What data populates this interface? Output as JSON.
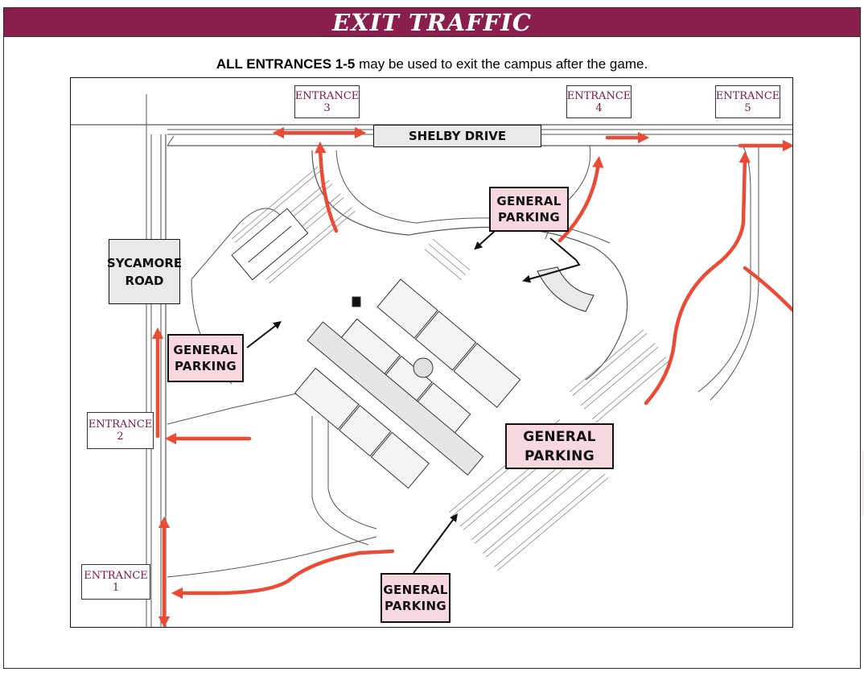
{
  "banner": {
    "title": "EXIT TRAFFIC"
  },
  "subtitle": {
    "bold": "ALL ENTRANCES 1-5",
    "rest": " may be used to exit the campus after the game."
  },
  "colors": {
    "banner": "#8a1f4e",
    "arrow": "#e94b35",
    "label_fill": "#f7d7e0",
    "entrance_text": "#7a1540"
  },
  "roads": {
    "shelby": "SHELBY DRIVE",
    "sycamore_line1": "SYCAMORE",
    "sycamore_line2": "ROAD"
  },
  "entrances": [
    {
      "label": "ENTRANCE",
      "number": "1"
    },
    {
      "label": "ENTRANCE",
      "number": "2"
    },
    {
      "label": "ENTRANCE",
      "number": "3"
    },
    {
      "label": "ENTRANCE",
      "number": "4"
    },
    {
      "label": "ENTRANCE",
      "number": "5"
    }
  ],
  "parking_labels": [
    {
      "line1": "GENERAL",
      "line2": "PARKING"
    },
    {
      "line1": "GENERAL",
      "line2": "PARKING"
    },
    {
      "line1": "GENERAL",
      "line2": "PARKING"
    },
    {
      "line1": "GENERAL",
      "line2": "PARKING"
    }
  ],
  "icons": {
    "arrow": "red-exit-arrow",
    "pointer": "black-pointer-arrow"
  }
}
